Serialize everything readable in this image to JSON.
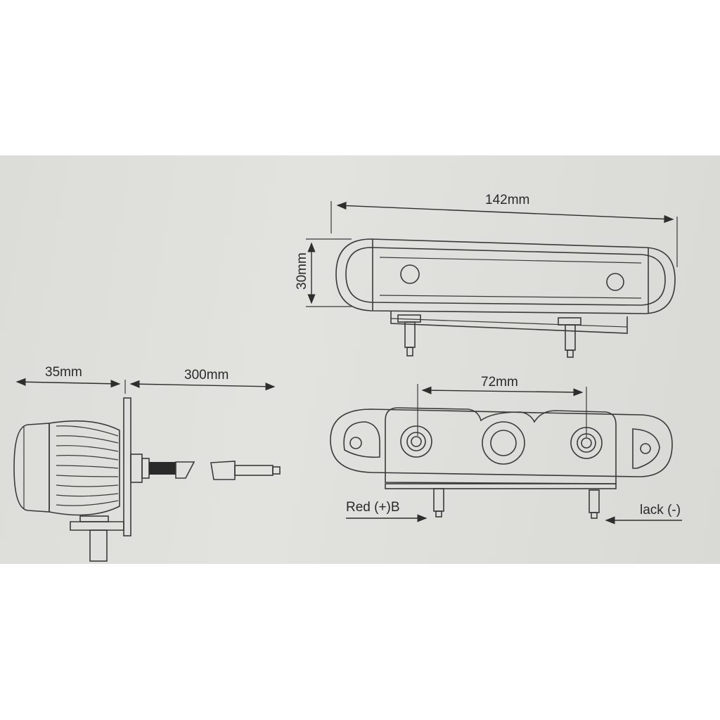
{
  "dimensions": {
    "width_label": "142mm",
    "height_label": "30mm",
    "depth_label": "35mm",
    "cable_label": "300mm",
    "hole_spacing_label": "72mm"
  },
  "wires": {
    "red_label": "Red (+)B",
    "black_label": "lack (-)"
  },
  "colors": {
    "background": "#e0e0dc",
    "line": "#3a3a3a"
  }
}
